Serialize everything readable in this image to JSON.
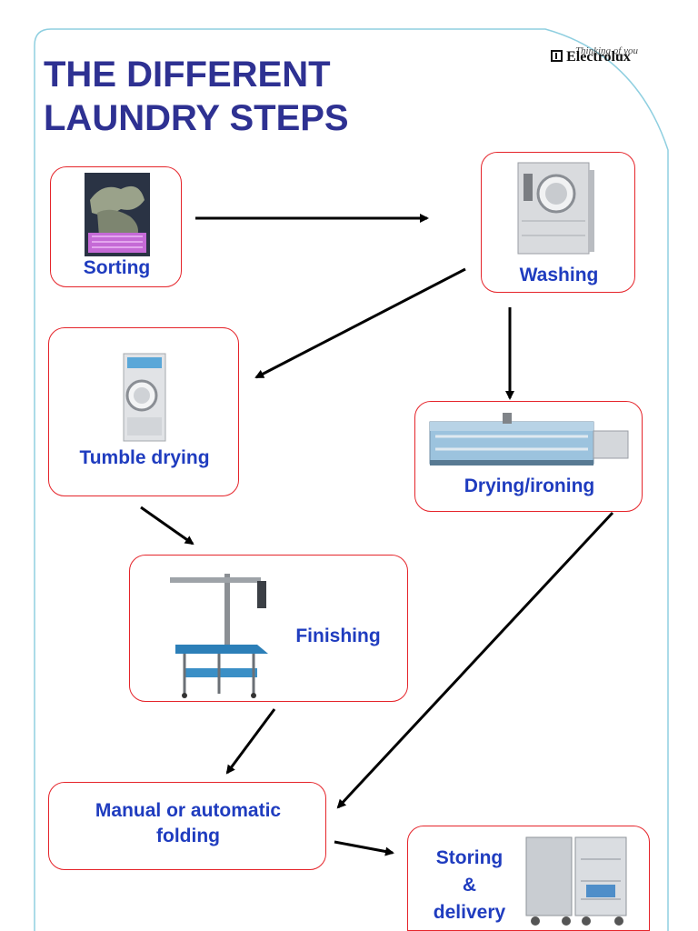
{
  "header": {
    "title_line1": "THE DIFFERENT",
    "title_line2": "LAUNDRY STEPS"
  },
  "logo": {
    "tagline": "Thinking of you",
    "brand": "Electrolux"
  },
  "steps": {
    "sorting": "Sorting",
    "washing": "Washing",
    "tumble": "Tumble drying",
    "ironing": "Drying/ironing",
    "finishing": "Finishing",
    "folding_line1": "Manual or automatic",
    "folding_line2": "folding",
    "storing_line1": "Storing",
    "storing_line2": "&",
    "storing_line3": "delivery"
  },
  "colors": {
    "title": "#2e3192",
    "label": "#1f3cbf",
    "box_border": "#e5242a",
    "frame_border": "#8fcfe0"
  },
  "icons": [
    "laundry-basket-icon",
    "washing-machine-icon",
    "tumble-dryer-icon",
    "flatwork-ironer-icon",
    "finishing-table-icon",
    "storage-trolley-icon"
  ]
}
